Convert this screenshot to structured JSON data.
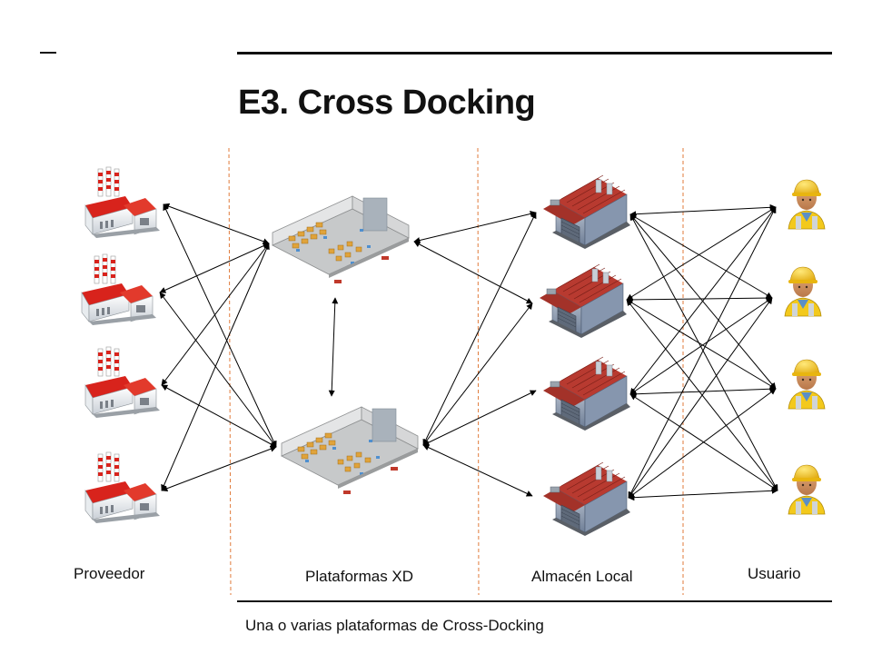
{
  "slide": {
    "title": "E3. Cross Docking",
    "caption": "Una o varias plataformas de Cross-Docking"
  },
  "columns": {
    "supplier": "Proveedor",
    "xd_platform": "Plataformas XD",
    "local_warehouse": "Almacén Local",
    "user": "Usuario"
  },
  "nodes": {
    "supplier_count": 4,
    "xd_platform_count": 2,
    "local_warehouse_count": 4,
    "user_count": 4
  },
  "icons": {
    "supplier": "factory-icon",
    "xd_platform": "distribution-warehouse-icon",
    "local_warehouse": "warehouse-building-icon",
    "user": "worker-with-hardhat-icon"
  },
  "colors": {
    "separator": "#e07a3a",
    "factory_roof": "#d8231c",
    "warehouse_roof": "#b83a30",
    "hardhat": "#f2c417"
  }
}
